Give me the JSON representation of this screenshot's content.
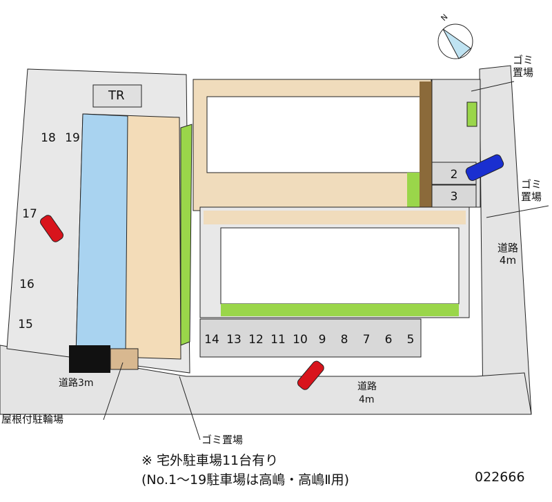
{
  "compass": {
    "label": "N"
  },
  "tr_label": "TR",
  "parking_spots": [
    "2",
    "3",
    "5",
    "6",
    "7",
    "8",
    "9",
    "10",
    "11",
    "12",
    "13",
    "14",
    "15",
    "16",
    "17",
    "18",
    "19"
  ],
  "labels": {
    "garbage_top_right": "ゴミ置場",
    "garbage_mid_right": "ゴミ置場",
    "garbage_bottom": "ゴミ置場",
    "road_right": "道路4m",
    "road_left": "道路3m",
    "road_bottom_1": "道路",
    "road_bottom_2": "4m",
    "bicycle_parking": "屋根付駐輪場"
  },
  "notes": {
    "line1": "※ 宅外駐車場11台有り",
    "line2": "(No.1～19駐車場は高嶋・高嶋Ⅱ用)"
  },
  "code": "022666",
  "colors": {
    "road": "#e4e4e4",
    "building": "#f3dcb8",
    "unit": "#ffffff",
    "lawn": "#9ad64a",
    "left_units": "#a9d3f0",
    "car_red": "#d8141c",
    "car_blue": "#1a2fd0"
  }
}
